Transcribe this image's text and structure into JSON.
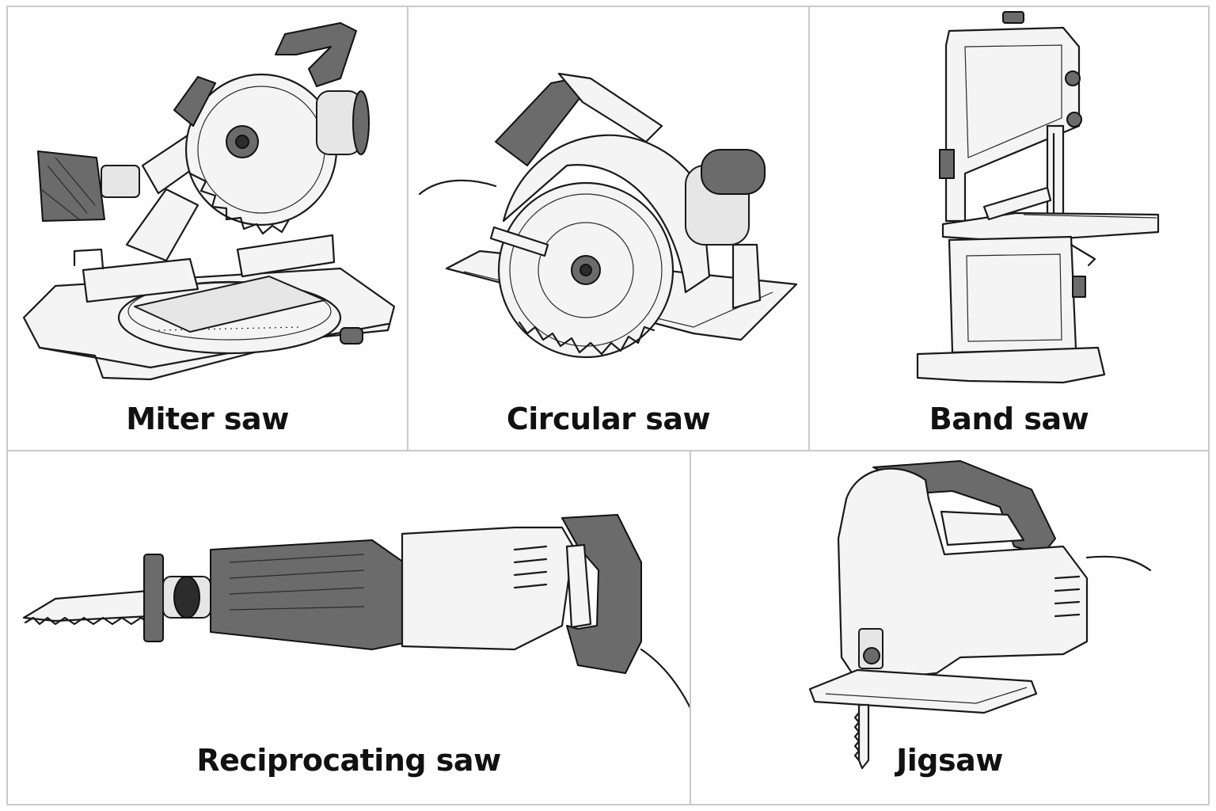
{
  "panels": {
    "miter": {
      "label": "Miter saw",
      "icon": "miter-saw-icon"
    },
    "circular": {
      "label": "Circular saw",
      "icon": "circular-saw-icon"
    },
    "band": {
      "label": "Band saw",
      "icon": "band-saw-icon"
    },
    "reciprocating": {
      "label": "Reciprocating saw",
      "icon": "reciprocating-saw-icon"
    },
    "jigsaw": {
      "label": "Jigsaw",
      "icon": "jigsaw-icon"
    }
  },
  "colors": {
    "border": "#c9c9c9",
    "ink": "#1a1a1a",
    "background": "#ffffff"
  }
}
